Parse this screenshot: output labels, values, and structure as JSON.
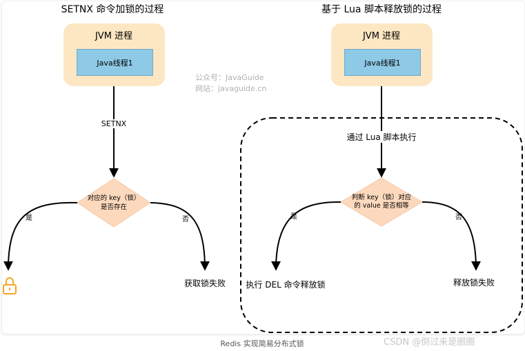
{
  "left": {
    "title": "SETNX 命令加锁的过程",
    "jvm_label": "JVM 进程",
    "thread_label": "Java线程1",
    "edge_label": "SETNX",
    "decision_line1": "对应的 key（锁）",
    "decision_line2": "是否存在",
    "yes_label": "是",
    "no_label": "否",
    "no_result": "获取锁失败",
    "yes_icon": "lock-icon"
  },
  "right": {
    "title": "基于 Lua 脚本释放锁的过程",
    "jvm_label": "JVM 进程",
    "thread_label": "Java线程1",
    "edge_label": "通过 Lua 脚本执行",
    "decision_line1": "判断 key（锁）对应",
    "decision_line2": "的 value 是否相等",
    "yes_label": "是",
    "no_label": "否",
    "yes_result": "执行 DEL 命令释放锁",
    "no_result": "释放锁失败"
  },
  "watermark": {
    "line1": "公众号：JavaGuide",
    "line2": "网站：javaguide.cn"
  },
  "caption": "Redis 实现简易分布式锁",
  "csdn_mark": "CSDN @倒过来是圈圈",
  "colors": {
    "jvm_fill": "#fde7c3",
    "thread_fill": "#8ecae6",
    "decision_fill": "#fcd9bd",
    "lock_color": "#f5a623"
  }
}
